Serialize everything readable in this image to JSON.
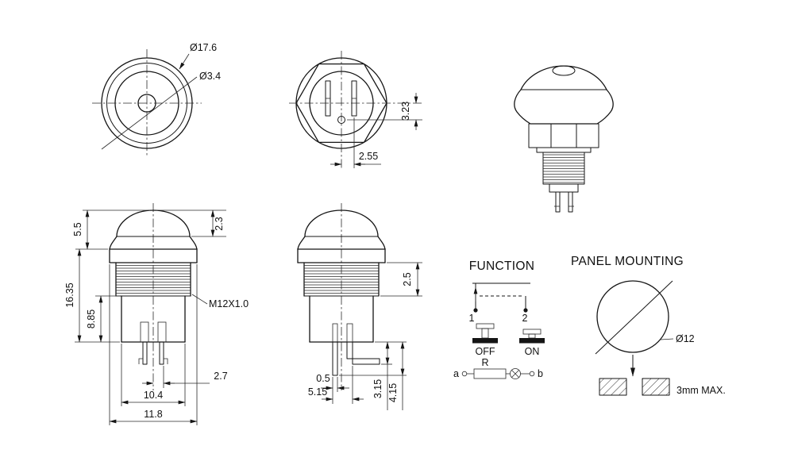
{
  "drawing": {
    "top_view": {
      "outer_diameter": "Ø17.6",
      "hole_diameter": "Ø3.4"
    },
    "rear_view": {
      "pin_offset": "2.55",
      "pin_depth": "3.23"
    },
    "front_view": {
      "cap_height": "5.5",
      "body_length": "16.35",
      "lower_body_length": "8.85",
      "cap_crown": "2.3",
      "thread_spec": "M12X1.0",
      "pin_offset": "2.7",
      "body_width": "10.4",
      "flange_width": "11.8"
    },
    "side_view": {
      "thread_length": "2.5",
      "pin_thickness": "0.5",
      "pin_span": "5.15",
      "bent_pin_length": "3.15",
      "straight_pin_length": "4.15"
    },
    "function": {
      "title": "FUNCTION",
      "pole_1": "1",
      "pole_2": "2",
      "state_off": "OFF",
      "state_on": "ON",
      "terminal_a": "a",
      "terminal_b": "b",
      "resistor": "R"
    },
    "panel_mounting": {
      "title": "PANEL MOUNTING",
      "hole_diameter": "Ø12",
      "max_thickness": "3mm MAX."
    }
  }
}
